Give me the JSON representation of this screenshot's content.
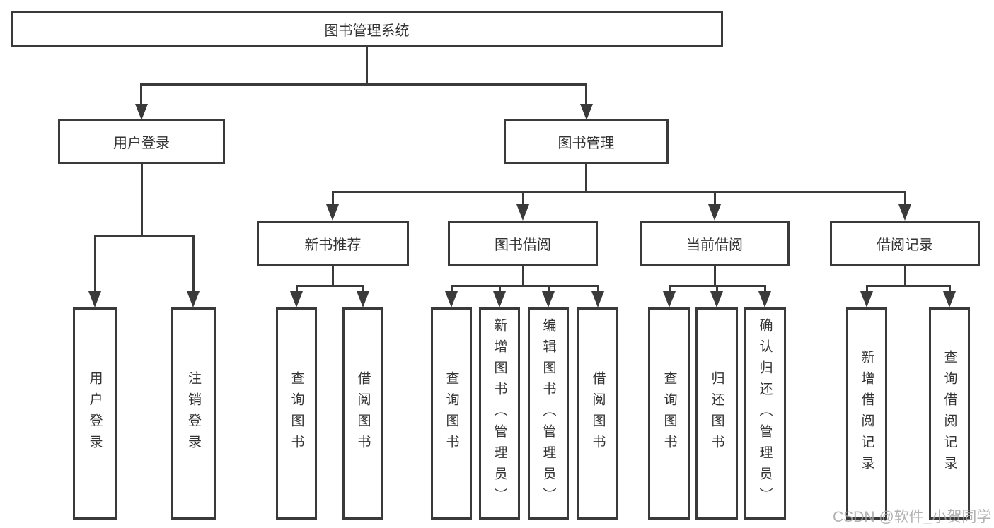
{
  "tree": {
    "root": "图书管理系统",
    "user_login": {
      "label": "用户登录",
      "children": [
        "用户登录",
        "注销登录"
      ]
    },
    "book_mgmt": {
      "label": "图书管理",
      "sections": [
        {
          "label": "新书推荐",
          "children": [
            "查询图书",
            "借阅图书"
          ]
        },
        {
          "label": "图书借阅",
          "children": [
            "查询图书",
            "新增图书（管理员）",
            "编辑图书（管理员）",
            "借阅图书"
          ]
        },
        {
          "label": "当前借阅",
          "children": [
            "查询图书",
            "归还图书",
            "确认归还（管理员）"
          ]
        },
        {
          "label": "借阅记录",
          "children": [
            "新增借阅记录",
            "查询借阅记录"
          ]
        }
      ]
    }
  },
  "watermark": {
    "text": "CSDN @软件_小贺同学"
  },
  "colors": {
    "line": "#3a3a3a",
    "text": "#333333",
    "background": "#ffffff",
    "watermark": "#a5a5a5"
  }
}
